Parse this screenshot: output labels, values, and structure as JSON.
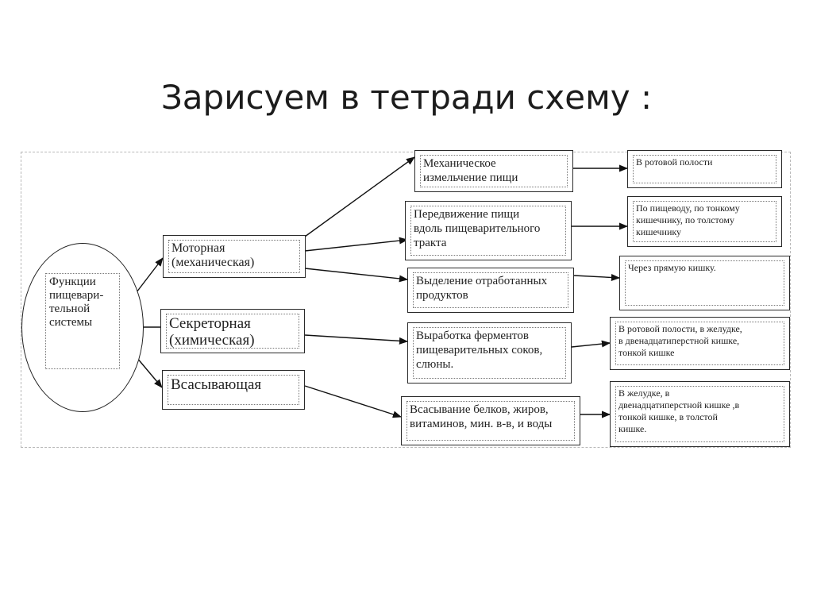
{
  "slide": {
    "title": "Зарисуем в тетради схему :"
  },
  "diagram": {
    "root": [
      "Функции",
      "пищевари-",
      "тельной",
      "системы"
    ],
    "functions": {
      "motor": [
        "Моторная",
        "(механическая)"
      ],
      "secretory": [
        "Секреторная",
        "(химическая)"
      ],
      "absorption": [
        "Всасывающая"
      ]
    },
    "processes": {
      "grinding": [
        "Механическое",
        "измельчение пищи"
      ],
      "movement": [
        "Передвижение пищи",
        "вдоль пищеварительного",
        "тракта"
      ],
      "excretion": [
        "Выделение отработанных",
        "продуктов"
      ],
      "enzymes": [
        "Выработка ферментов",
        "пищеварительных соков,",
        "слюны."
      ],
      "absorbing": [
        "Всасывание белков, жиров,",
        "витаминов, мин. в-в, и воды"
      ]
    },
    "locations": {
      "mouth": [
        "В ротовой полости"
      ],
      "tract": [
        "По пищеводу, по тонкому",
        "кишечнику, по толстому",
        "кишечнику"
      ],
      "rectum": [
        "Через прямую кишку."
      ],
      "secretion_sites": [
        "В ротовой полости, в желудке,",
        "в двенадцатиперстной кишке,",
        "тонкой кишке"
      ],
      "absorption_sites": [
        "В желудке, в",
        "двенадцатиперстной кишке ,в",
        "тонкой кишке, в толстой",
        "кишке."
      ]
    }
  }
}
